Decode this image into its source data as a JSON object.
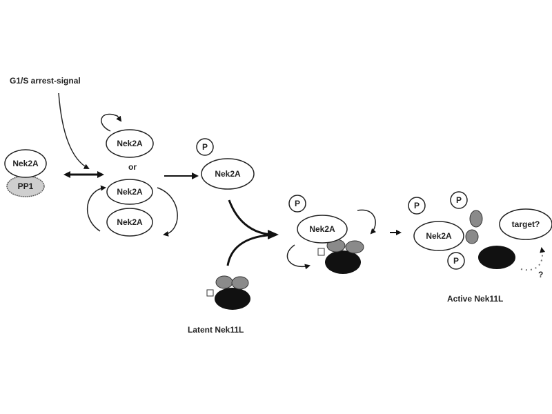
{
  "signal_label": "G1/S arrest-signal",
  "protein_nek2a": "Nek2A",
  "protein_pp1": "PP1",
  "or_label": "or",
  "phospho": "P",
  "target_label": "target?",
  "question_mark": "?",
  "latent_label": "Latent Nek11L",
  "active_label": "Active Nek11L",
  "colors": {
    "black_domain": "#111111",
    "gray_domain": "#8a8a8a",
    "pp1_fill": "#cfcfcf"
  }
}
